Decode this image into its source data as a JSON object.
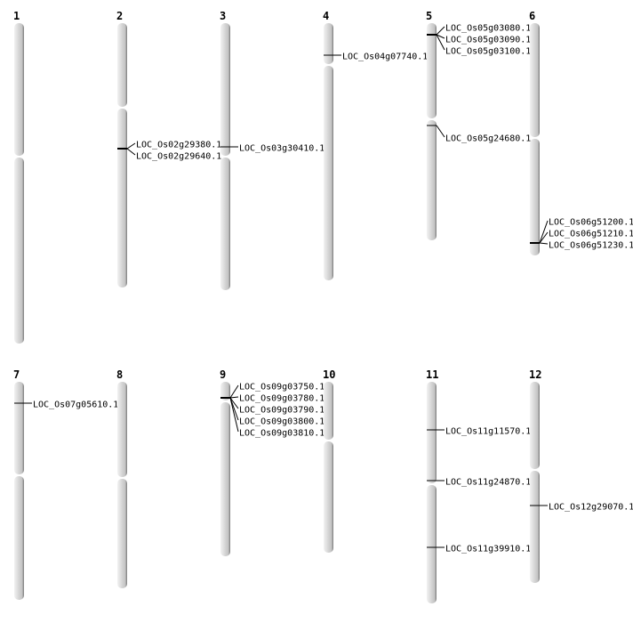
{
  "chromosomes": [
    {
      "name": "1",
      "genes": []
    },
    {
      "name": "2",
      "genes": [
        "LOC_Os02g29380.1",
        "LOC_Os02g29640.1"
      ]
    },
    {
      "name": "3",
      "genes": [
        "LOC_Os03g30410.1"
      ]
    },
    {
      "name": "4",
      "genes": [
        "LOC_Os04g07740.1"
      ]
    },
    {
      "name": "5",
      "genes": [
        "LOC_Os05g03080.1",
        "LOC_Os05g03090.1",
        "LOC_Os05g03100.1",
        "LOC_Os05g24680.1"
      ]
    },
    {
      "name": "6",
      "genes": [
        "LOC_Os06g51200.1",
        "LOC_Os06g51210.1",
        "LOC_Os06g51230.1"
      ]
    },
    {
      "name": "7",
      "genes": [
        "LOC_Os07g05610.1"
      ]
    },
    {
      "name": "8",
      "genes": []
    },
    {
      "name": "9",
      "genes": [
        "LOC_Os09g03750.1",
        "LOC_Os09g03780.1",
        "LOC_Os09g03790.1",
        "LOC_Os09g03800.1",
        "LOC_Os09g03810.1"
      ]
    },
    {
      "name": "10",
      "genes": []
    },
    {
      "name": "11",
      "genes": [
        "LOC_Os11g11570.1",
        "LOC_Os11g24870.1",
        "LOC_Os11g39910.1"
      ]
    },
    {
      "name": "12",
      "genes": [
        "LOC_Os12g29070.1"
      ]
    }
  ]
}
